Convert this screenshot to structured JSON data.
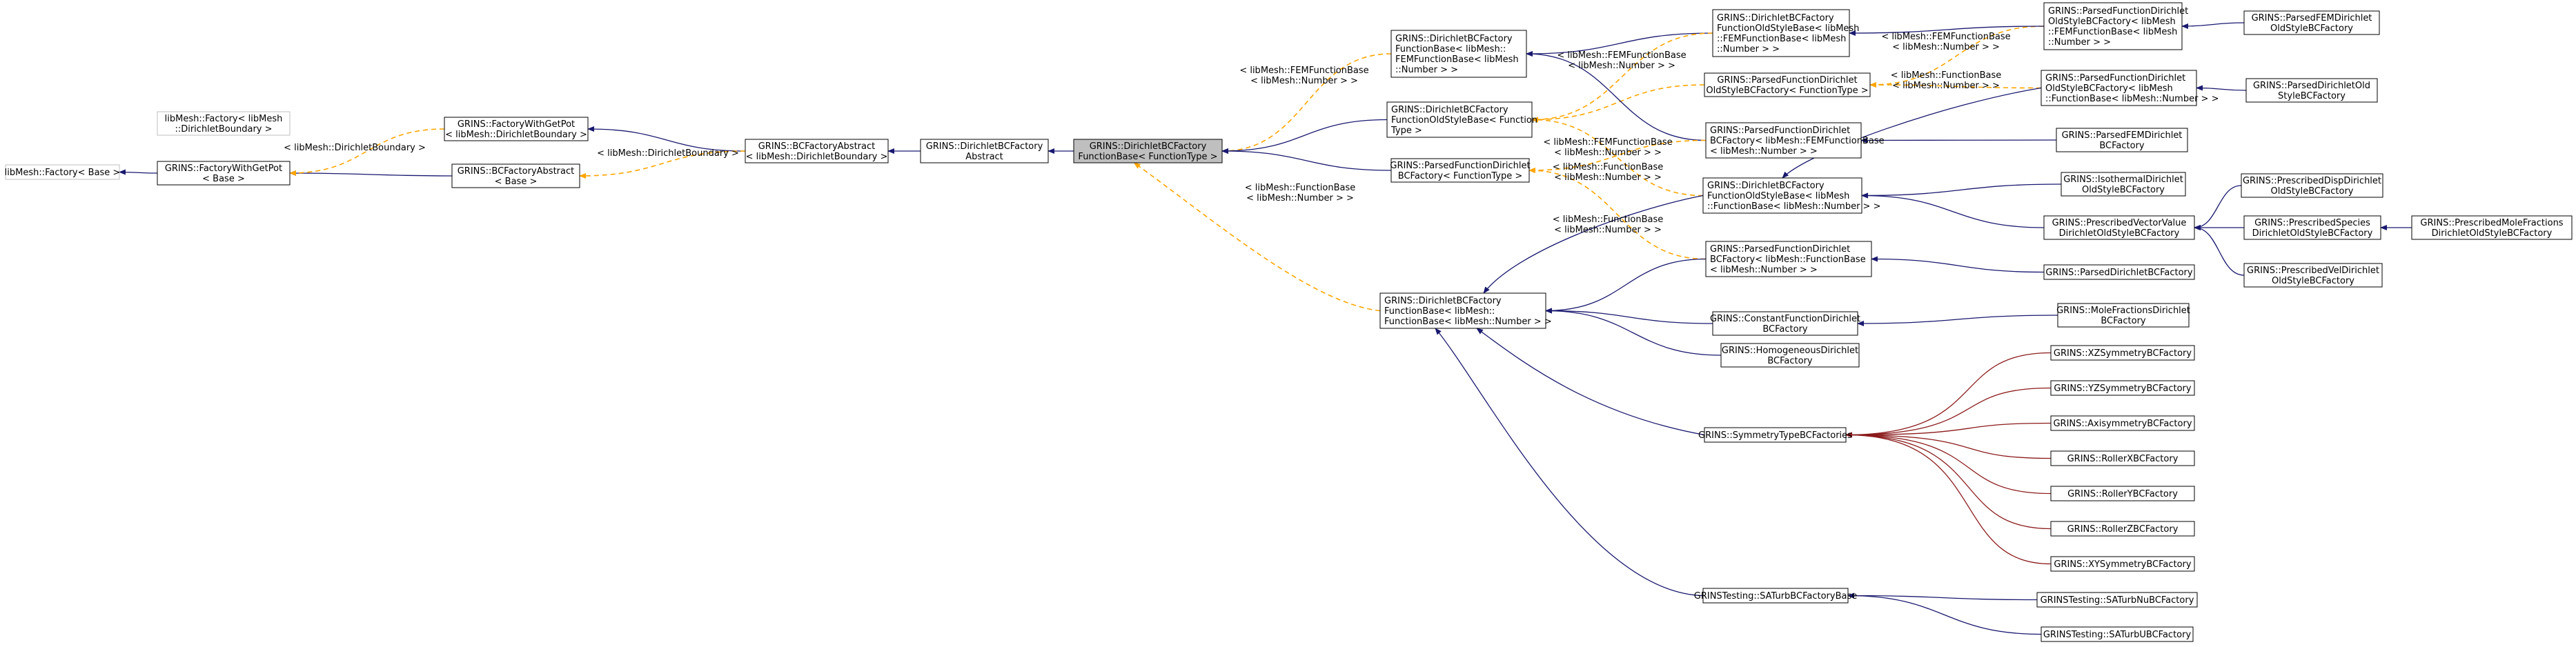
{
  "colors": {
    "background": "#ffffff",
    "node_border": "#000000",
    "node_fill": "#ffffff",
    "focus_fill": "#bfbfbf",
    "external_border": "#bfbfbf",
    "external_text": "#404040",
    "public_inheritance": "#191970",
    "template_instance": "#ffa500",
    "private_inheritance": "#8b1a1a"
  },
  "nodes": {
    "n01": [
      "libMesh::Factory< Base >"
    ],
    "n02": [
      "libMesh::Factory< libMesh",
      "::DirichletBoundary >"
    ],
    "n03": [
      "GRINS::FactoryWithGetPot",
      "< Base >"
    ],
    "n04": [
      "GRINS::FactoryWithGetPot",
      "< libMesh::DirichletBoundary >"
    ],
    "n05": [
      "GRINS::BCFactoryAbstract",
      "< Base >"
    ],
    "n06": [
      "GRINS::BCFactoryAbstract",
      "< libMesh::DirichletBoundary >"
    ],
    "n07": [
      "GRINS::DirichletBCFactory",
      "Abstract"
    ],
    "n08": [
      "GRINS::DirichletBCFactory",
      "FunctionBase< FunctionType >"
    ],
    "n09": [
      "GRINS::DirichletBCFactory",
      "FunctionBase< libMesh::",
      "FEMFunctionBase< libMesh",
      "::Number > >"
    ],
    "n10": [
      "GRINS::DirichletBCFactory",
      "FunctionOldStyleBase< Function",
      "Type >"
    ],
    "n11": [
      "GRINS::ParsedFunctionDirichlet",
      "BCFactory< FunctionType >"
    ],
    "n12": [
      "GRINS::DirichletBCFactory",
      "FunctionBase< libMesh::",
      "FunctionBase< libMesh::Number > >"
    ],
    "n13": [
      "GRINS::DirichletBCFactory",
      "FunctionOldStyleBase< libMesh",
      "::FEMFunctionBase< libMesh",
      "::Number > >"
    ],
    "n14": [
      "GRINS::ParsedFunctionDirichlet",
      "OldStyleBCFactory< FunctionType >"
    ],
    "n15": [
      "GRINS::ParsedFunctionDirichlet",
      "BCFactory< libMesh::FEMFunctionBase",
      "< libMesh::Number > >"
    ],
    "n16": [
      "GRINS::DirichletBCFactory",
      "FunctionOldStyleBase< libMesh",
      "::FunctionBase< libMesh::Number > >"
    ],
    "n17": [
      "GRINS::ParsedFunctionDirichlet",
      "BCFactory< libMesh::FunctionBase",
      "< libMesh::Number > >"
    ],
    "n18": [
      "GRINS::ConstantFunctionDirichlet",
      "BCFactory"
    ],
    "n19": [
      "GRINS::HomogeneousDirichlet",
      "BCFactory"
    ],
    "n20": [
      "GRINS::SymmetryTypeBCFactories"
    ],
    "n21": [
      "GRINSTesting::SATurbBCFactoryBase"
    ],
    "n22": [
      "GRINS::ParsedFunctionDirichlet",
      "OldStyleBCFactory< libMesh",
      "::FEMFunctionBase< libMesh",
      "::Number > >"
    ],
    "n23": [
      "GRINS::ParsedFunctionDirichlet",
      "OldStyleBCFactory< libMesh",
      "::FunctionBase< libMesh::Number > >"
    ],
    "n24": [
      "GRINS::ParsedFEMDirichlet",
      "BCFactory"
    ],
    "n25": [
      "GRINS::IsothermalDirichlet",
      "OldStyleBCFactory"
    ],
    "n26": [
      "GRINS::PrescribedVectorValue",
      "DirichletOldStyleBCFactory"
    ],
    "n27": [
      "GRINS::ParsedDirichletBCFactory"
    ],
    "n28": [
      "GRINS::MoleFractionsDirichlet",
      "BCFactory"
    ],
    "n29": [
      "GRINS::XZSymmetryBCFactory"
    ],
    "n30": [
      "GRINS::YZSymmetryBCFactory"
    ],
    "n31": [
      "GRINS::AxisymmetryBCFactory"
    ],
    "n32": [
      "GRINS::RollerXBCFactory"
    ],
    "n33": [
      "GRINS::RollerYBCFactory"
    ],
    "n34": [
      "GRINS::RollerZBCFactory"
    ],
    "n35": [
      "GRINS::XYSymmetryBCFactory"
    ],
    "n36": [
      "GRINSTesting::SATurbNuBCFactory"
    ],
    "n37": [
      "GRINSTesting::SATurbUBCFactory"
    ],
    "n38": [
      "GRINS::ParsedFEMDirichlet",
      "OldStyleBCFactory"
    ],
    "n39": [
      "GRINS::ParsedDirichletOld",
      "StyleBCFactory"
    ],
    "n40": [
      "GRINS::PrescribedDispDirichlet",
      "OldStyleBCFactory"
    ],
    "n41": [
      "GRINS::PrescribedSpecies",
      "DirichletOldStyleBCFactory"
    ],
    "n42": [
      "GRINS::PrescribedVelDirichlet",
      "OldStyleBCFactory"
    ],
    "n43": [
      "GRINS::PrescribedMoleFractions",
      "DirichletOldStyleBCFactory"
    ]
  },
  "edge_labels": {
    "e_dirichlet_bound_a": [
      "< libMesh::DirichletBoundary >"
    ],
    "e_dirichlet_bound_b": [
      "< libMesh::DirichletBoundary >"
    ],
    "e_fem_a": [
      "< libMesh::FEMFunctionBase",
      "< libMesh::Number > >"
    ],
    "e_func_a": [
      "< libMesh::FunctionBase",
      "< libMesh::Number > >"
    ],
    "e_fem_b": [
      "< libMesh::FEMFunctionBase",
      "< libMesh::Number > >"
    ],
    "e_fem_c": [
      "< libMesh::FEMFunctionBase",
      "< libMesh::Number > >"
    ],
    "e_func_b": [
      "< libMesh::FunctionBase",
      "< libMesh::Number > >"
    ],
    "e_func_c": [
      "< libMesh::FunctionBase",
      "< libMesh::Number > >"
    ],
    "e_fem_d": [
      "< libMesh::FEMFunctionBase",
      "< libMesh::Number > >"
    ],
    "e_func_d": [
      "< libMesh::FunctionBase",
      "< libMesh::Number > >"
    ]
  }
}
